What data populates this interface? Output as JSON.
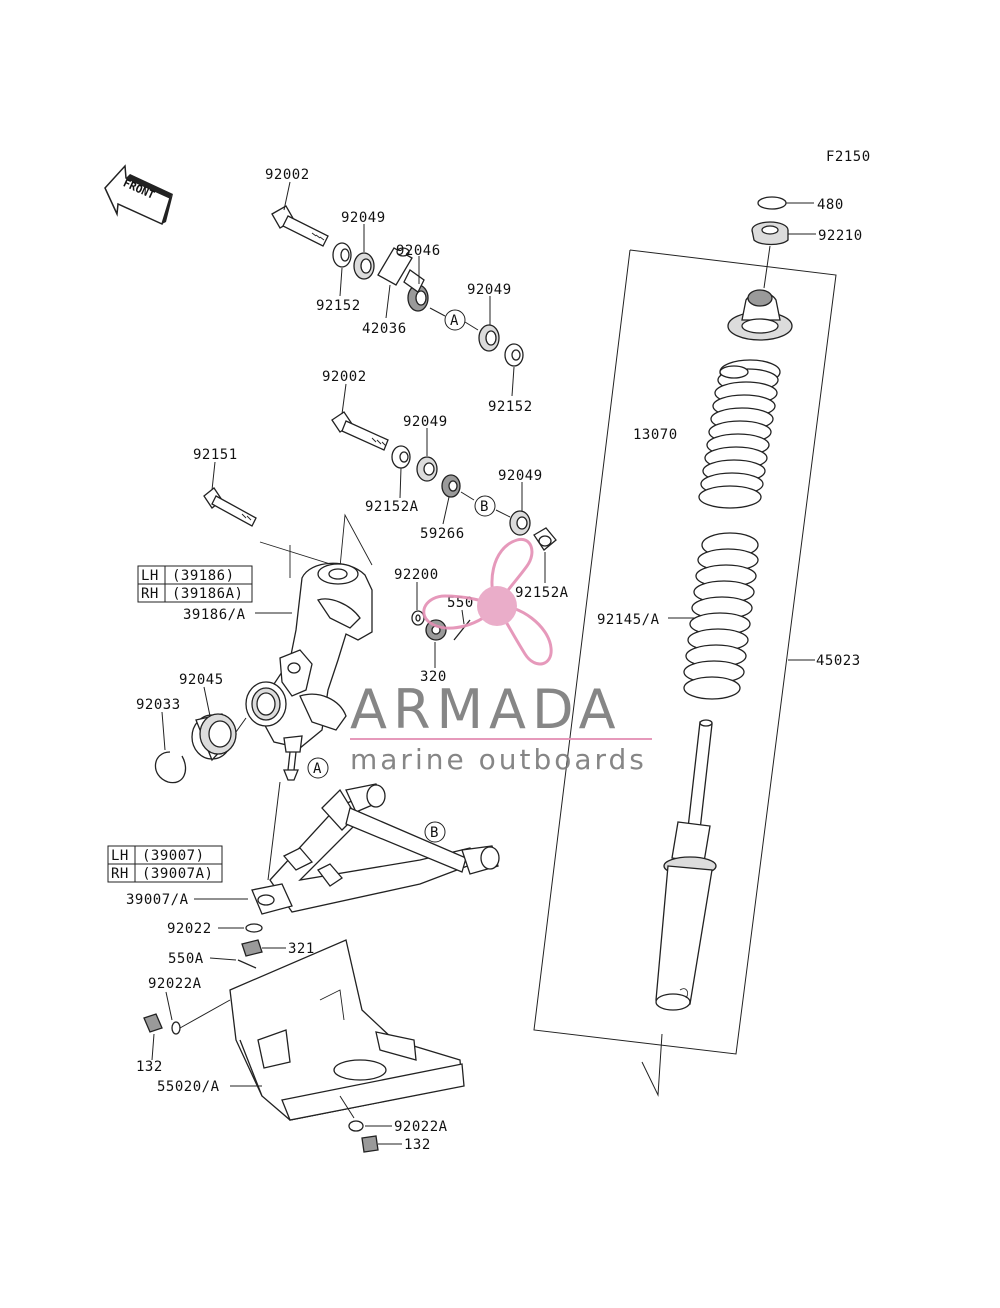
{
  "figure_code": "F2150",
  "front_label": "FRONT",
  "watermark": {
    "brand": "ARMADA",
    "tagline": "marine outboards",
    "accent_color": "#e48fb4",
    "text_color": "#7a7a7a",
    "logo_icon": "propeller-icon"
  },
  "tables": {
    "knuckle": [
      {
        "side": "LH",
        "part": "(39186)"
      },
      {
        "side": "RH",
        "part": "(39186A)"
      }
    ],
    "arm": [
      {
        "side": "LH",
        "part": "(39007)"
      },
      {
        "side": "RH",
        "part": "(39007A)"
      }
    ]
  },
  "callouts": {
    "a1": "A",
    "b1": "B",
    "a2": "A",
    "b2": "B"
  },
  "labels": {
    "p92002_top": "92002",
    "p92049_a": "92049",
    "p92046": "92046",
    "p92152_a": "92152",
    "p42036": "42036",
    "p92049_b": "92049",
    "p92152_b": "92152",
    "p92002_mid": "92002",
    "p92049_c": "92049",
    "p92152A_a": "92152A",
    "p92049_d": "92049",
    "p59266": "59266",
    "p92152A_b": "92152A",
    "p92151": "92151",
    "p92200": "92200",
    "p550": "550",
    "p320": "320",
    "p39186A": "39186/A",
    "p92045": "92045",
    "p92033": "92033",
    "p39007A": "39007/A",
    "p92022": "92022",
    "p321": "321",
    "p550A": "550A",
    "p92022A_a": "92022A",
    "p132_a": "132",
    "p55020A": "55020/A",
    "p92022A_b": "92022A",
    "p132_b": "132",
    "p480": "480",
    "p92210": "92210",
    "p13070": "13070",
    "p92145A": "92145/A",
    "p45023": "45023"
  }
}
